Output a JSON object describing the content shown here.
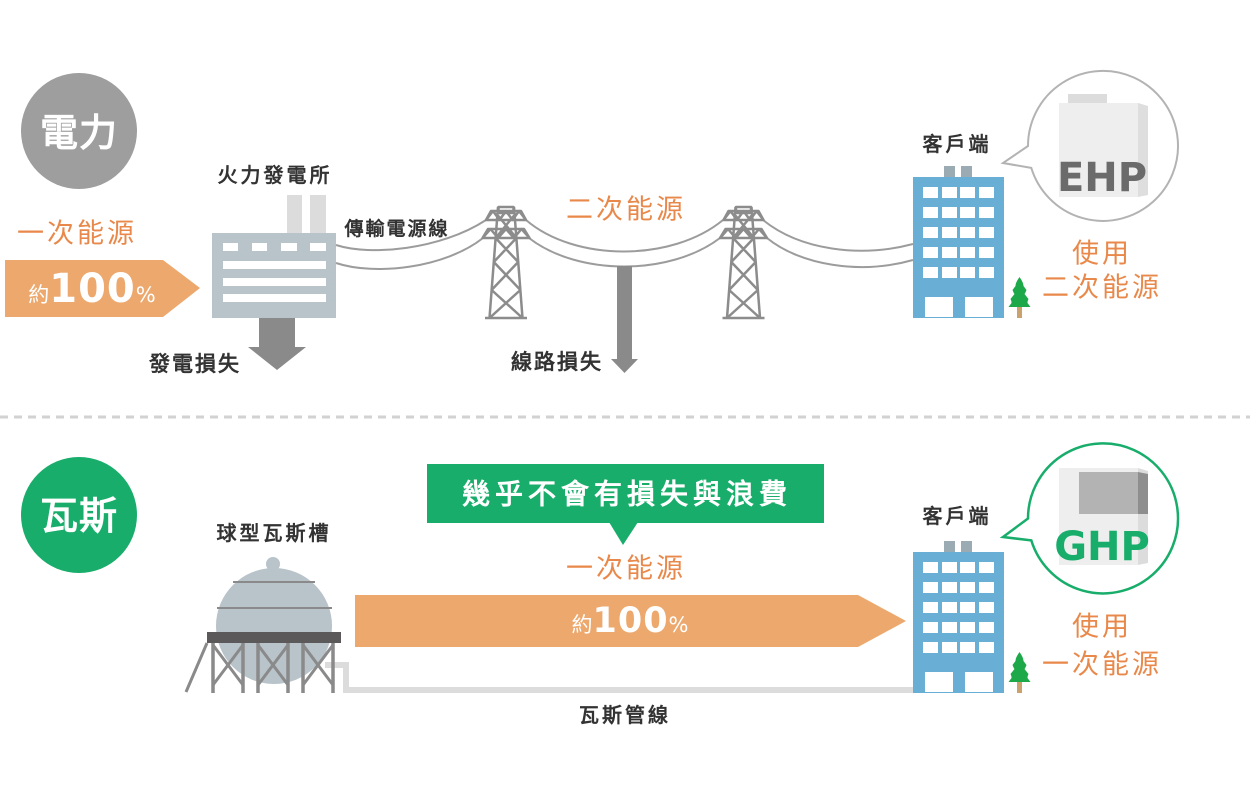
{
  "colors": {
    "electricity_badge": "#9e9e9e",
    "gas_accent": "#18ad6a",
    "energy_text_orange": "#e8894b",
    "energy_arrow_orange": "#eca86d",
    "building_blue": "#68aed5",
    "loss_arrow_gray": "#8a8a8a",
    "ehp_text": "#6b6b6b"
  },
  "electricity": {
    "badge": "電力",
    "primary_energy": {
      "label": "一次能源",
      "prefix": "約",
      "number": "100",
      "unit": "%"
    },
    "power_plant_label": "火力發電所",
    "generation_loss_label": "發電損失",
    "transmission_line_label": "傳輸電源線",
    "secondary_energy_label": "二次能源",
    "line_loss_label": "線路損失",
    "customer_label": "客戶端",
    "equipment_label": "EHP",
    "usage": {
      "line1": "使用",
      "line2": "二次能源"
    }
  },
  "gas": {
    "badge": "瓦斯",
    "tank_label": "球型瓦斯槽",
    "callout": "幾乎不會有損失與浪費",
    "primary_energy": {
      "label": "一次能源",
      "prefix": "約",
      "number": "100",
      "unit": "%"
    },
    "pipeline_label": "瓦斯管線",
    "customer_label": "客戶端",
    "equipment_label": "GHP",
    "usage": {
      "line1": "使用",
      "line2": "一次能源"
    }
  }
}
